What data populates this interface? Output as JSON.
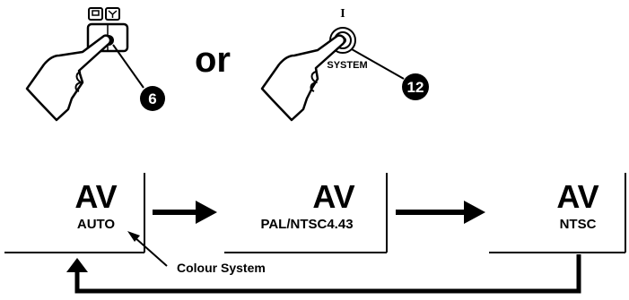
{
  "step_a": {
    "callout_number": "6"
  },
  "connector_word": "or",
  "step_b": {
    "power_symbol": "I",
    "button_label": "SYSTEM",
    "callout_number": "12"
  },
  "screens": [
    {
      "title": "AV",
      "mode": "AUTO"
    },
    {
      "title": "AV",
      "mode": "PAL/NTSC4.43"
    },
    {
      "title": "AV",
      "mode": "NTSC"
    }
  ],
  "annotation": "Colour System"
}
